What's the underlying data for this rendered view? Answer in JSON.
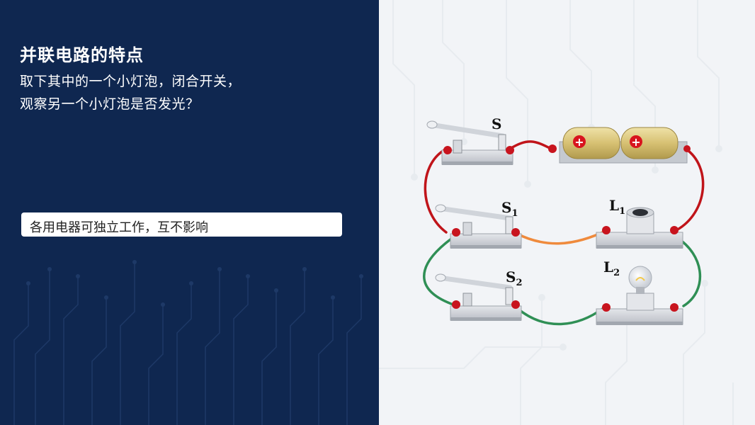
{
  "heading": {
    "title": "并联电路的特点",
    "line1": "取下其中的一个小灯泡，闭合开关，",
    "line2": "观察另一个小灯泡是否发光？"
  },
  "answer": {
    "text": "各用电器可独立工作，互不影响"
  },
  "diagram": {
    "labels": {
      "main_switch": "S",
      "s1_letter": "S",
      "s1_sub": "1",
      "s2_letter": "S",
      "s2_sub": "2",
      "l1_letter": "L",
      "l1_sub": "1",
      "l2_letter": "L",
      "l2_sub": "2"
    },
    "colors": {
      "panel_bg": "#0f2750",
      "wire_red": "#c0141a",
      "wire_green": "#2f8f55",
      "wire_orange": "#ef8a3c",
      "terminal_red": "#c8141e",
      "battery_gold": "#d8c57a"
    }
  }
}
